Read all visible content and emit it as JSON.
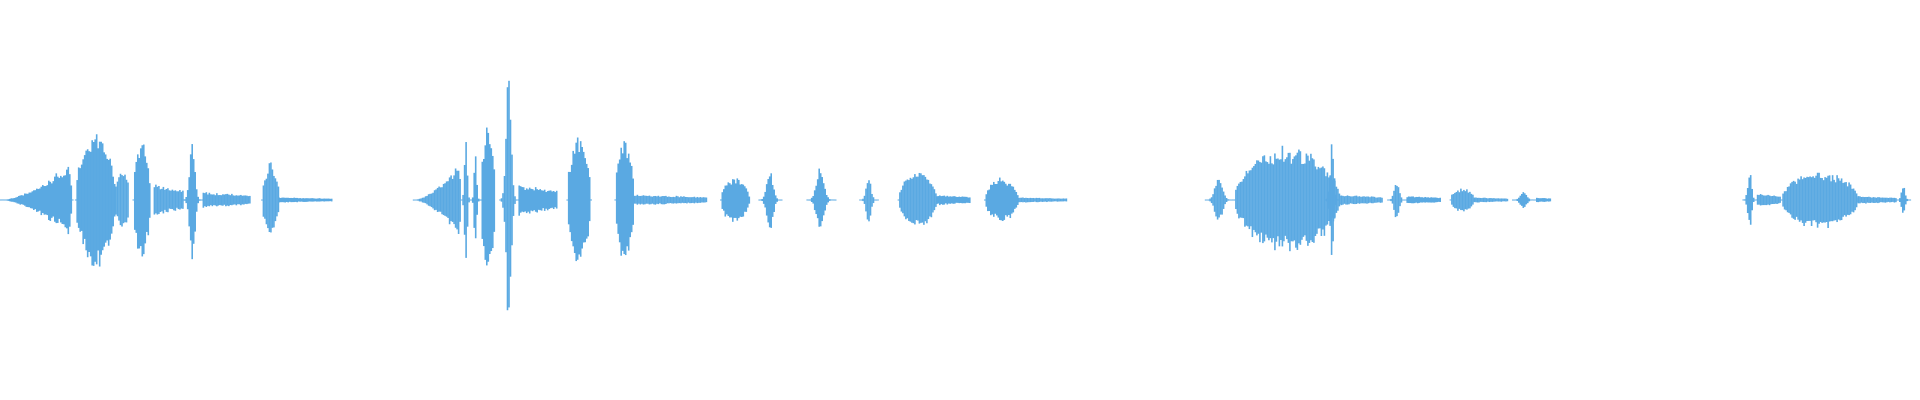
{
  "waveform": {
    "color": "#5aa9e2",
    "duration_seconds": 12.5,
    "sample_resolution": 2.0,
    "segments": [
      {
        "start": 0.0,
        "end": 0.075,
        "peak": 0.3,
        "shape": "rise"
      },
      {
        "start": 0.078,
        "end": 0.12,
        "peak": 0.52,
        "shape": "burst"
      },
      {
        "start": 0.12,
        "end": 0.133,
        "peak": 0.22,
        "shape": "dip"
      },
      {
        "start": 0.138,
        "end": 0.156,
        "peak": 0.45,
        "shape": "burst"
      },
      {
        "start": 0.16,
        "end": 0.19,
        "peak": 0.12,
        "shape": "tail"
      },
      {
        "start": 0.19,
        "end": 0.211,
        "peak": 0.47,
        "shape": "spike"
      },
      {
        "start": 0.211,
        "end": 0.26,
        "peak": 0.06,
        "shape": "tail"
      },
      {
        "start": 0.272,
        "end": 0.29,
        "peak": 0.28,
        "shape": "burst"
      },
      {
        "start": 0.29,
        "end": 0.345,
        "peak": 0.02,
        "shape": "tail"
      },
      {
        "start": 0.43,
        "end": 0.48,
        "peak": 0.3,
        "shape": "rise"
      },
      {
        "start": 0.48,
        "end": 0.49,
        "peak": 0.6,
        "shape": "spike"
      },
      {
        "start": 0.49,
        "end": 0.5,
        "peak": 0.4,
        "shape": "spike"
      },
      {
        "start": 0.5,
        "end": 0.515,
        "peak": 0.56,
        "shape": "burst"
      },
      {
        "start": 0.52,
        "end": 0.54,
        "peak": 1.0,
        "shape": "spike"
      },
      {
        "start": 0.54,
        "end": 0.58,
        "peak": 0.12,
        "shape": "tail"
      },
      {
        "start": 0.59,
        "end": 0.615,
        "peak": 0.51,
        "shape": "burst"
      },
      {
        "start": 0.64,
        "end": 0.66,
        "peak": 0.47,
        "shape": "burst"
      },
      {
        "start": 0.66,
        "end": 0.735,
        "peak": 0.04,
        "shape": "tail"
      },
      {
        "start": 0.75,
        "end": 0.78,
        "peak": 0.18,
        "shape": "burst"
      },
      {
        "start": 0.79,
        "end": 0.815,
        "peak": 0.24,
        "shape": "spike"
      },
      {
        "start": 0.84,
        "end": 0.87,
        "peak": 0.24,
        "shape": "spike"
      },
      {
        "start": 0.895,
        "end": 0.915,
        "peak": 0.17,
        "shape": "spike"
      },
      {
        "start": 0.935,
        "end": 0.975,
        "peak": 0.22,
        "shape": "burst"
      },
      {
        "start": 0.975,
        "end": 1.01,
        "peak": 0.04,
        "shape": "tail"
      },
      {
        "start": 1.025,
        "end": 1.06,
        "peak": 0.17,
        "shape": "burst"
      },
      {
        "start": 1.06,
        "end": 1.11,
        "peak": 0.02,
        "shape": "tail"
      },
      {
        "start": 1.255,
        "end": 1.285,
        "peak": 0.18,
        "shape": "spike"
      },
      {
        "start": 1.285,
        "end": 1.395,
        "peak": 0.4,
        "shape": "burst"
      },
      {
        "start": 1.38,
        "end": 1.395,
        "peak": 0.46,
        "shape": "spike"
      },
      {
        "start": 1.395,
        "end": 1.44,
        "peak": 0.04,
        "shape": "tail"
      },
      {
        "start": 1.445,
        "end": 1.465,
        "peak": 0.15,
        "shape": "spike"
      },
      {
        "start": 1.465,
        "end": 1.5,
        "peak": 0.03,
        "shape": "tail"
      },
      {
        "start": 1.51,
        "end": 1.535,
        "peak": 0.09,
        "shape": "burst"
      },
      {
        "start": 1.535,
        "end": 1.57,
        "peak": 0.02,
        "shape": "tail"
      },
      {
        "start": 1.575,
        "end": 1.6,
        "peak": 0.07,
        "shape": "spike"
      },
      {
        "start": 1.6,
        "end": 1.615,
        "peak": 0.02,
        "shape": "tail"
      },
      {
        "start": 1.815,
        "end": 1.83,
        "peak": 0.23,
        "shape": "spike"
      },
      {
        "start": 1.83,
        "end": 1.855,
        "peak": 0.05,
        "shape": "tail"
      },
      {
        "start": 1.855,
        "end": 1.935,
        "peak": 0.22,
        "shape": "burst"
      },
      {
        "start": 1.935,
        "end": 1.975,
        "peak": 0.03,
        "shape": "tail"
      },
      {
        "start": 1.975,
        "end": 1.99,
        "peak": 0.11,
        "shape": "spike"
      }
    ]
  }
}
